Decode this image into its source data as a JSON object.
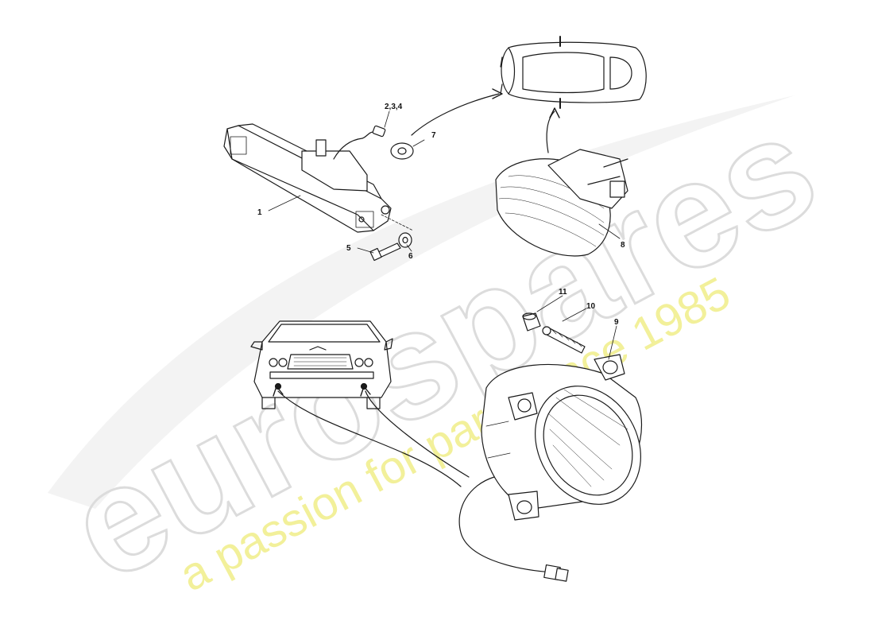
{
  "watermark": {
    "brand": "eurospares",
    "tagline": "a passion for parts since 1985"
  },
  "callouts": {
    "c1": "1",
    "c234": "2,3,4",
    "c5": "5",
    "c6": "6",
    "c7": "7",
    "c8": "8",
    "c9": "9",
    "c10": "10",
    "c11": "11"
  },
  "colors": {
    "line": "#1a1a1a",
    "watermark_brand": "#dcdcdc",
    "watermark_tagline": "#f2f09a"
  }
}
